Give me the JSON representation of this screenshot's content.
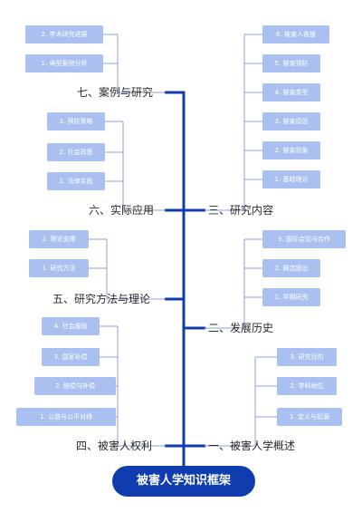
{
  "root": {
    "title": "被害人学知识框架"
  },
  "branches": {
    "b1": {
      "label": "一、被害人学概述",
      "items": [
        "1. 定义与起源",
        "2. 学科地位",
        "3. 研究目的"
      ]
    },
    "b2": {
      "label": "二、发展历史",
      "items": [
        "1. 早期研究",
        "2. 概念提出",
        "3. 国际会议与合作"
      ]
    },
    "b3": {
      "label": "三、研究内容",
      "items": [
        "1. 基础理论",
        "2. 被害现象",
        "3. 被害原因",
        "4. 被害类型",
        "5. 被害预防",
        "6. 被害人救援"
      ]
    },
    "b4": {
      "label": "四、被害人权利",
      "items": [
        "1. 公道与公平对待",
        "2. 赔偿与补偿",
        "3. 国家补偿",
        "4. 社会援助"
      ]
    },
    "b5": {
      "label": "五、研究方法与理论",
      "items": [
        "1. 研究方法",
        "2. 理论支撑"
      ]
    },
    "b6": {
      "label": "六、实际应用",
      "items": [
        "1. 法律实践",
        "2. 社会政策",
        "3. 预防策略"
      ]
    },
    "b7": {
      "label": "七、案例与研究",
      "items": [
        "1. 典型案例分析",
        "2. 学术研究进展"
      ]
    }
  },
  "colors": {
    "trunk": "#0f3db0",
    "connector": "#8aa3d9",
    "leaf": "#a9c0f1",
    "text": "#2b2b2b"
  }
}
